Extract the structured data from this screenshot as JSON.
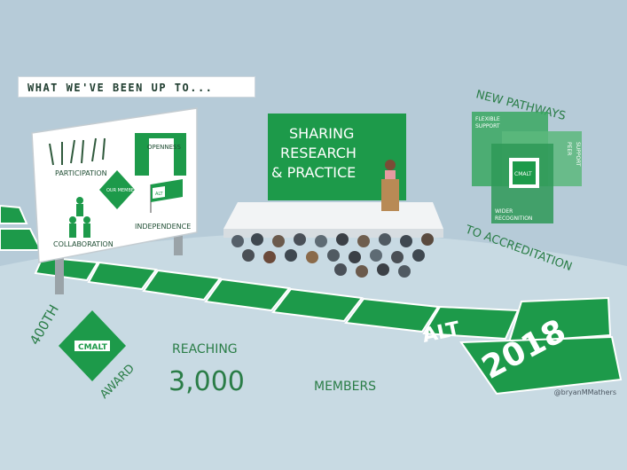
{
  "banner": "WHAT WE'VE BEEN UP TO...",
  "billboard": {
    "participation": "PARTICIPATION",
    "openness": "OPENNESS",
    "our_members": "OUR MEMBERS",
    "collaboration": "COLLABORATION",
    "independence": "INDEPENDENCE",
    "flag": "ALT"
  },
  "stage": {
    "line1": "SHARING",
    "line2": "RESEARCH",
    "line3": "& PRACTICE"
  },
  "pathways": {
    "top": "NEW PATHWAYS",
    "bottom": "TO ACCREDITATION",
    "flexible": "FLEXIBLE",
    "support": "SUPPORT",
    "peer": "PEER",
    "peer_support": "SUPPORT",
    "cmalt": "CMALT",
    "wider": "WIDER",
    "recognition": "RECOGNITION"
  },
  "award": {
    "number": "400TH",
    "badge": "CMALT",
    "word": "AWARD"
  },
  "members": {
    "reaching": "REACHING",
    "count": "3,000",
    "label": "MEMBERS"
  },
  "road": {
    "alt": "ALT",
    "year": "2018"
  },
  "credit": "@bryanMMathers",
  "colors": {
    "background": "#b6cbd8",
    "green": "#1d9a4a",
    "dark_green": "#157a3a",
    "ink": "#2a7d47"
  }
}
